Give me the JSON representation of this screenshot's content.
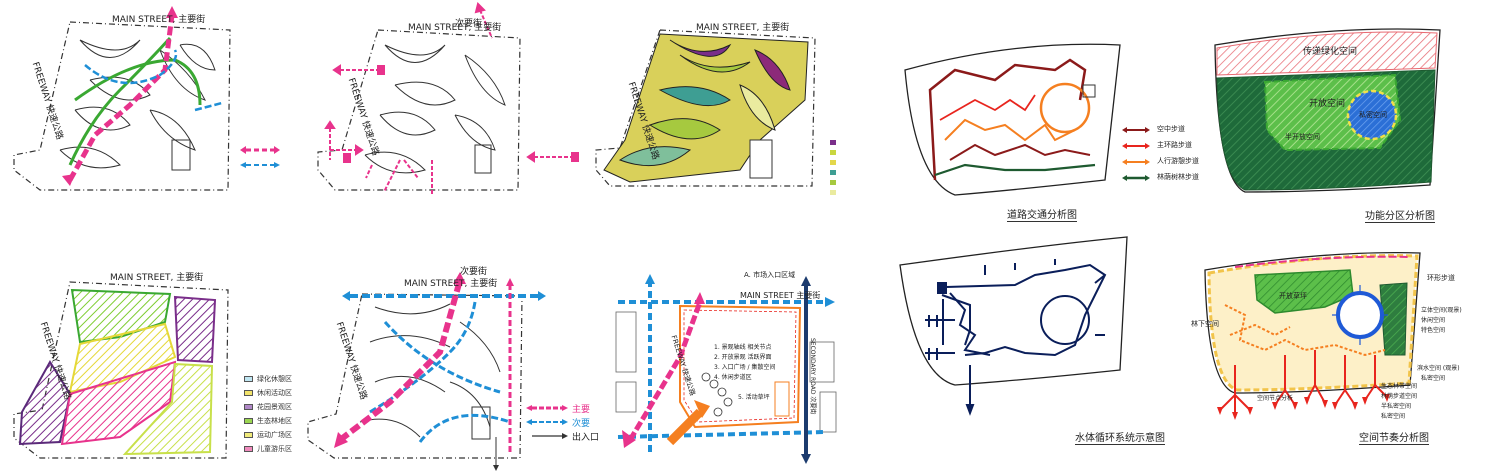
{
  "diagrams": {
    "d1": {
      "street_top": "MAIN STREET, 主要街",
      "street_left": "FREEWAY 快速公路"
    },
    "d2": {
      "street_top": "MAIN STREET, 主要街",
      "street_left": "FREEWAY 快速公路",
      "note_top": "次要街"
    },
    "d3": {
      "street_top": "MAIN STREET, 主要街",
      "street_left": "FREEWAY 快速公路"
    },
    "d4": {
      "street_top": "MAIN STREET, 主要街",
      "street_left": "FREEWAY 快速公路",
      "legend": [
        "绿化休憩区",
        "休闲活动区",
        "花园景观区",
        "生态林地区",
        "运动广场区",
        "儿童游乐区"
      ]
    },
    "d5": {
      "street_top": "MAIN STREET, 主要街",
      "street_left": "FREEWAY 快速公路",
      "note_top": "次要街",
      "legend": [
        "主要",
        "次要",
        "出入口"
      ]
    },
    "d6": {
      "street_top": "MAIN STREET 主要街",
      "street_left": "FREEWAY 快速公路",
      "street_right": "SECONDARY ROAD 次要街",
      "note_top": "A. 市场入口区域",
      "notes": [
        "1. 景观轴线 相关节点",
        "2. 开放景观 活跃界面",
        "3. 入口广场 / 集散空间",
        "4. 休闲步道区"
      ],
      "note_5": "5. 活动草坪"
    },
    "d7": {
      "legend": [
        "空中步道",
        "主环路步道",
        "人行游憩步道",
        "林荫树林步道"
      ],
      "caption": "道路交通分析图"
    },
    "d8": {
      "labels": {
        "top": "传递绿化空间",
        "center": "开放空间",
        "right": "私密空间",
        "mid": "半开放空间"
      },
      "caption": "功能分区分析图"
    },
    "d9": {
      "caption": "水体循环系统示意图"
    },
    "d10": {
      "labels": {
        "tr": "环形步道",
        "left": "林下空间",
        "center": "开放草坪",
        "r1": "立体空间(观景)",
        "r2": "休闲空间",
        "r3": "特色空间",
        "r4": "滨水空间 (观景)",
        "r5": "私密空间",
        "b1": "生态林带空间",
        "b2": "林荫步道空间",
        "b3": "半私密空间",
        "b4": "私密空间",
        "b5": "空间节点分析"
      },
      "caption": "空间节奏分析图"
    }
  },
  "colors": {
    "green": "#3aa832",
    "magenta": "#e8338c",
    "blue": "#1f8fd6",
    "orange": "#f57f20",
    "darkred": "#8b1a1a",
    "darkgreen": "#1e5a30",
    "red": "#e8251e",
    "yellow": "#e5d838",
    "purple": "#7a2e8a",
    "navy": "#1c3b6e"
  }
}
